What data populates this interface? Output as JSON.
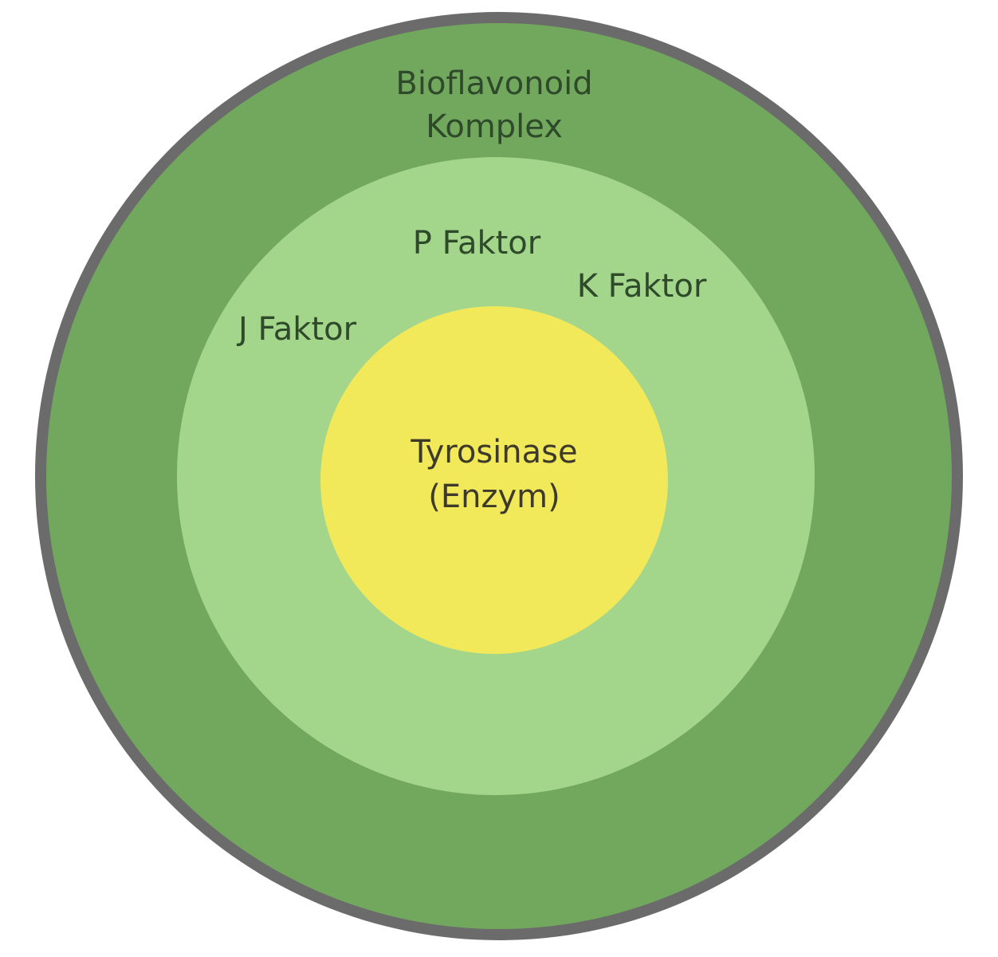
{
  "diagram": {
    "outer_label_line1": "Bioflavonoid",
    "outer_label_line2": "Komplex",
    "factor_p": "P Faktor",
    "factor_k": "K Faktor",
    "factor_j": "J Faktor",
    "core_label_line1": "Tyrosinase",
    "core_label_line2": "(Enzym)"
  },
  "colors": {
    "outer_rim": "#6b6b6b",
    "outer_ring": "#72a85e",
    "middle_ring": "#a3d58b",
    "core": "#f1e85a",
    "label_text": "#2f4a2b"
  }
}
